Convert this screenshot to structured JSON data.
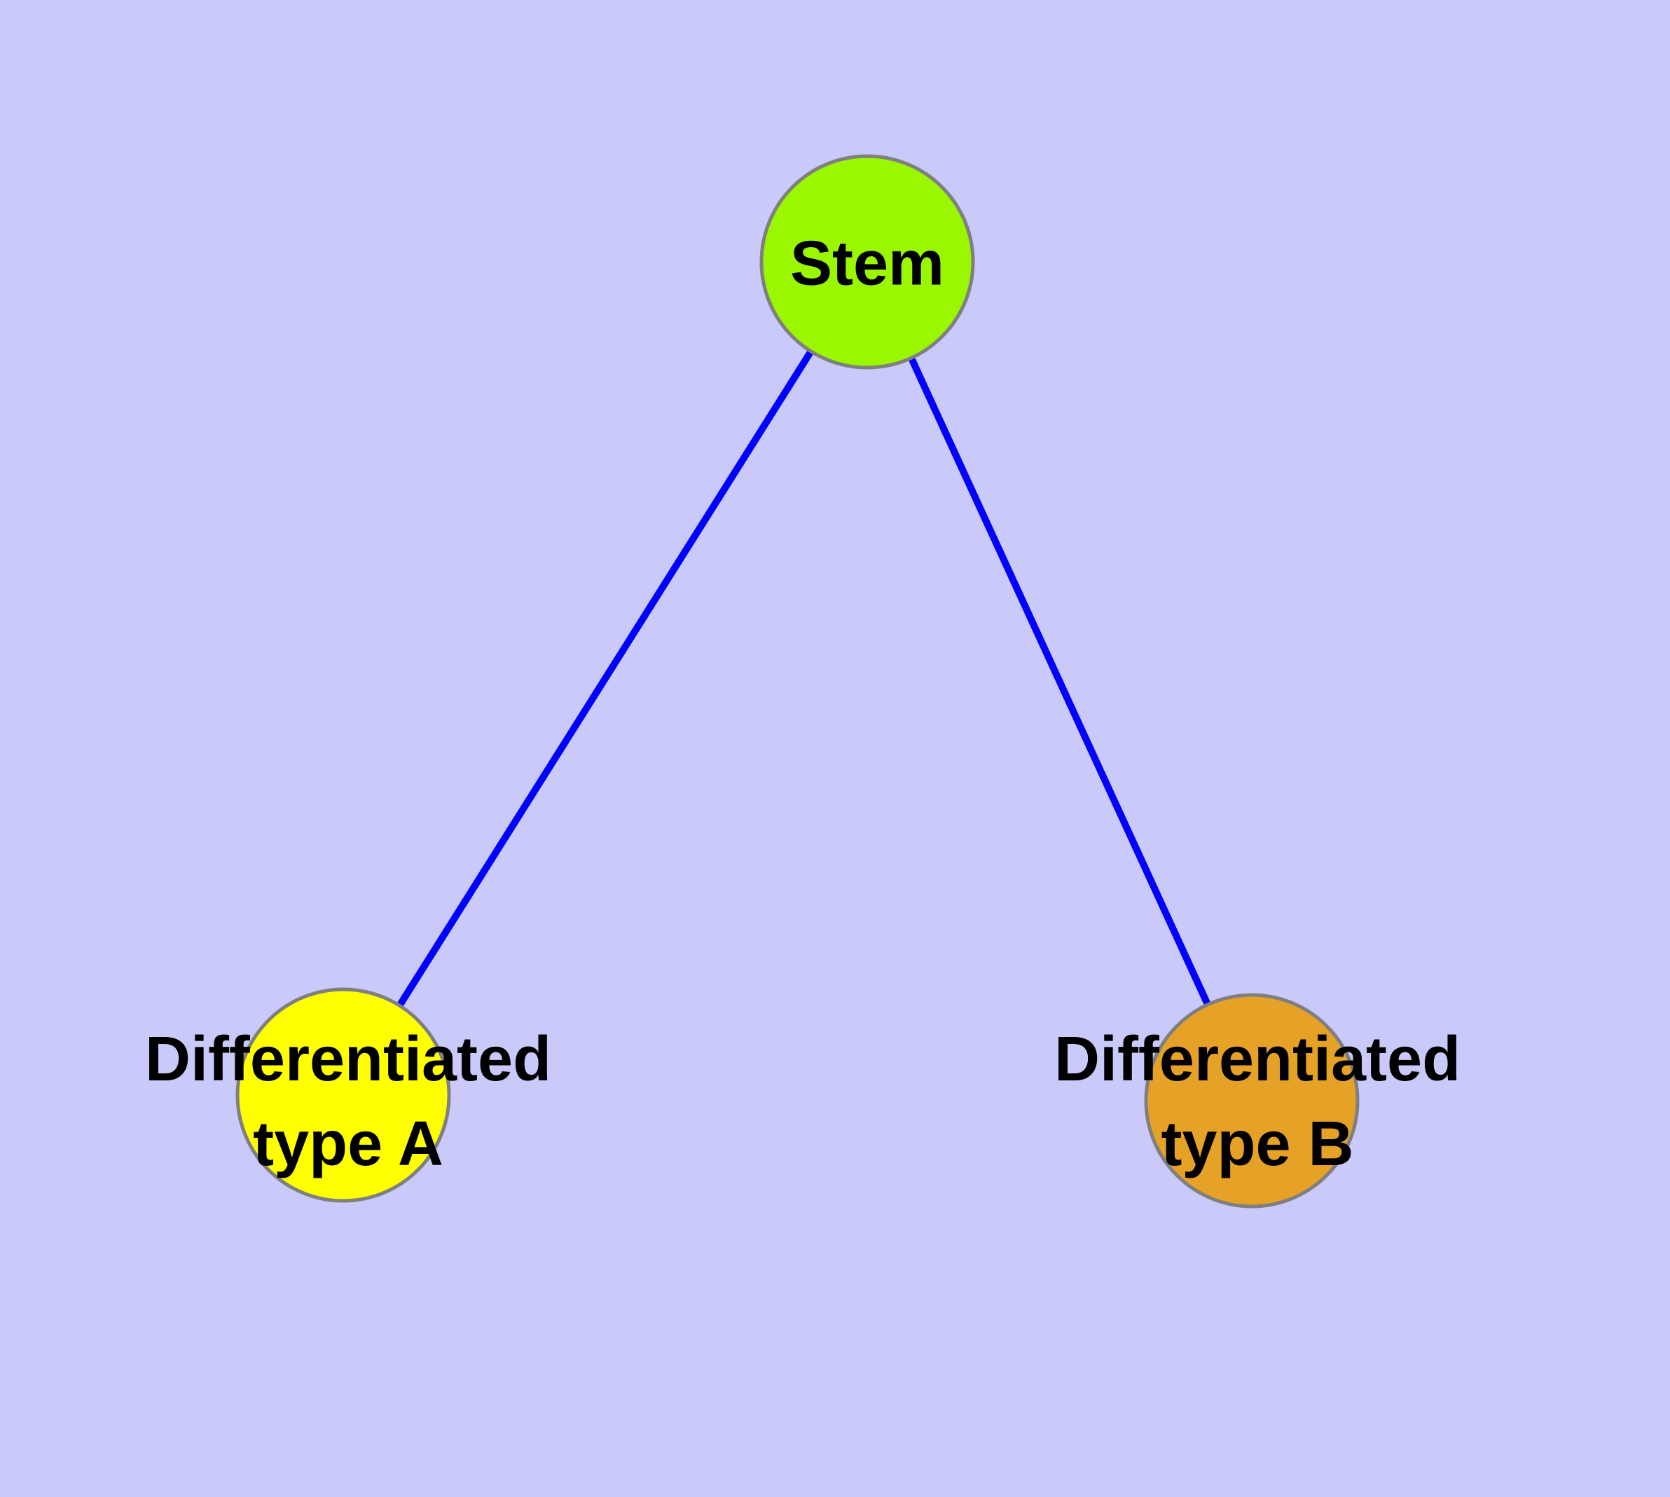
{
  "diagram": {
    "background_color": "#C9C9FA",
    "edge_color": "#0000FF",
    "node_border_color": "#7F7F7F",
    "text_color": "#000000",
    "nodes": [
      {
        "id": "stem",
        "label": "Stem",
        "fill": "#9AF700"
      },
      {
        "id": "differentiated-type-a",
        "label_line1": "Differentiated",
        "label_line2": "type A",
        "fill": "#FFFF00"
      },
      {
        "id": "differentiated-type-b",
        "label_line1": "Differentiated",
        "label_line2": "type B",
        "fill": "#E6A127"
      }
    ],
    "edges": [
      {
        "from": "Stem",
        "to": "Differentiated type A"
      },
      {
        "from": "Stem",
        "to": "Differentiated type B"
      }
    ]
  }
}
